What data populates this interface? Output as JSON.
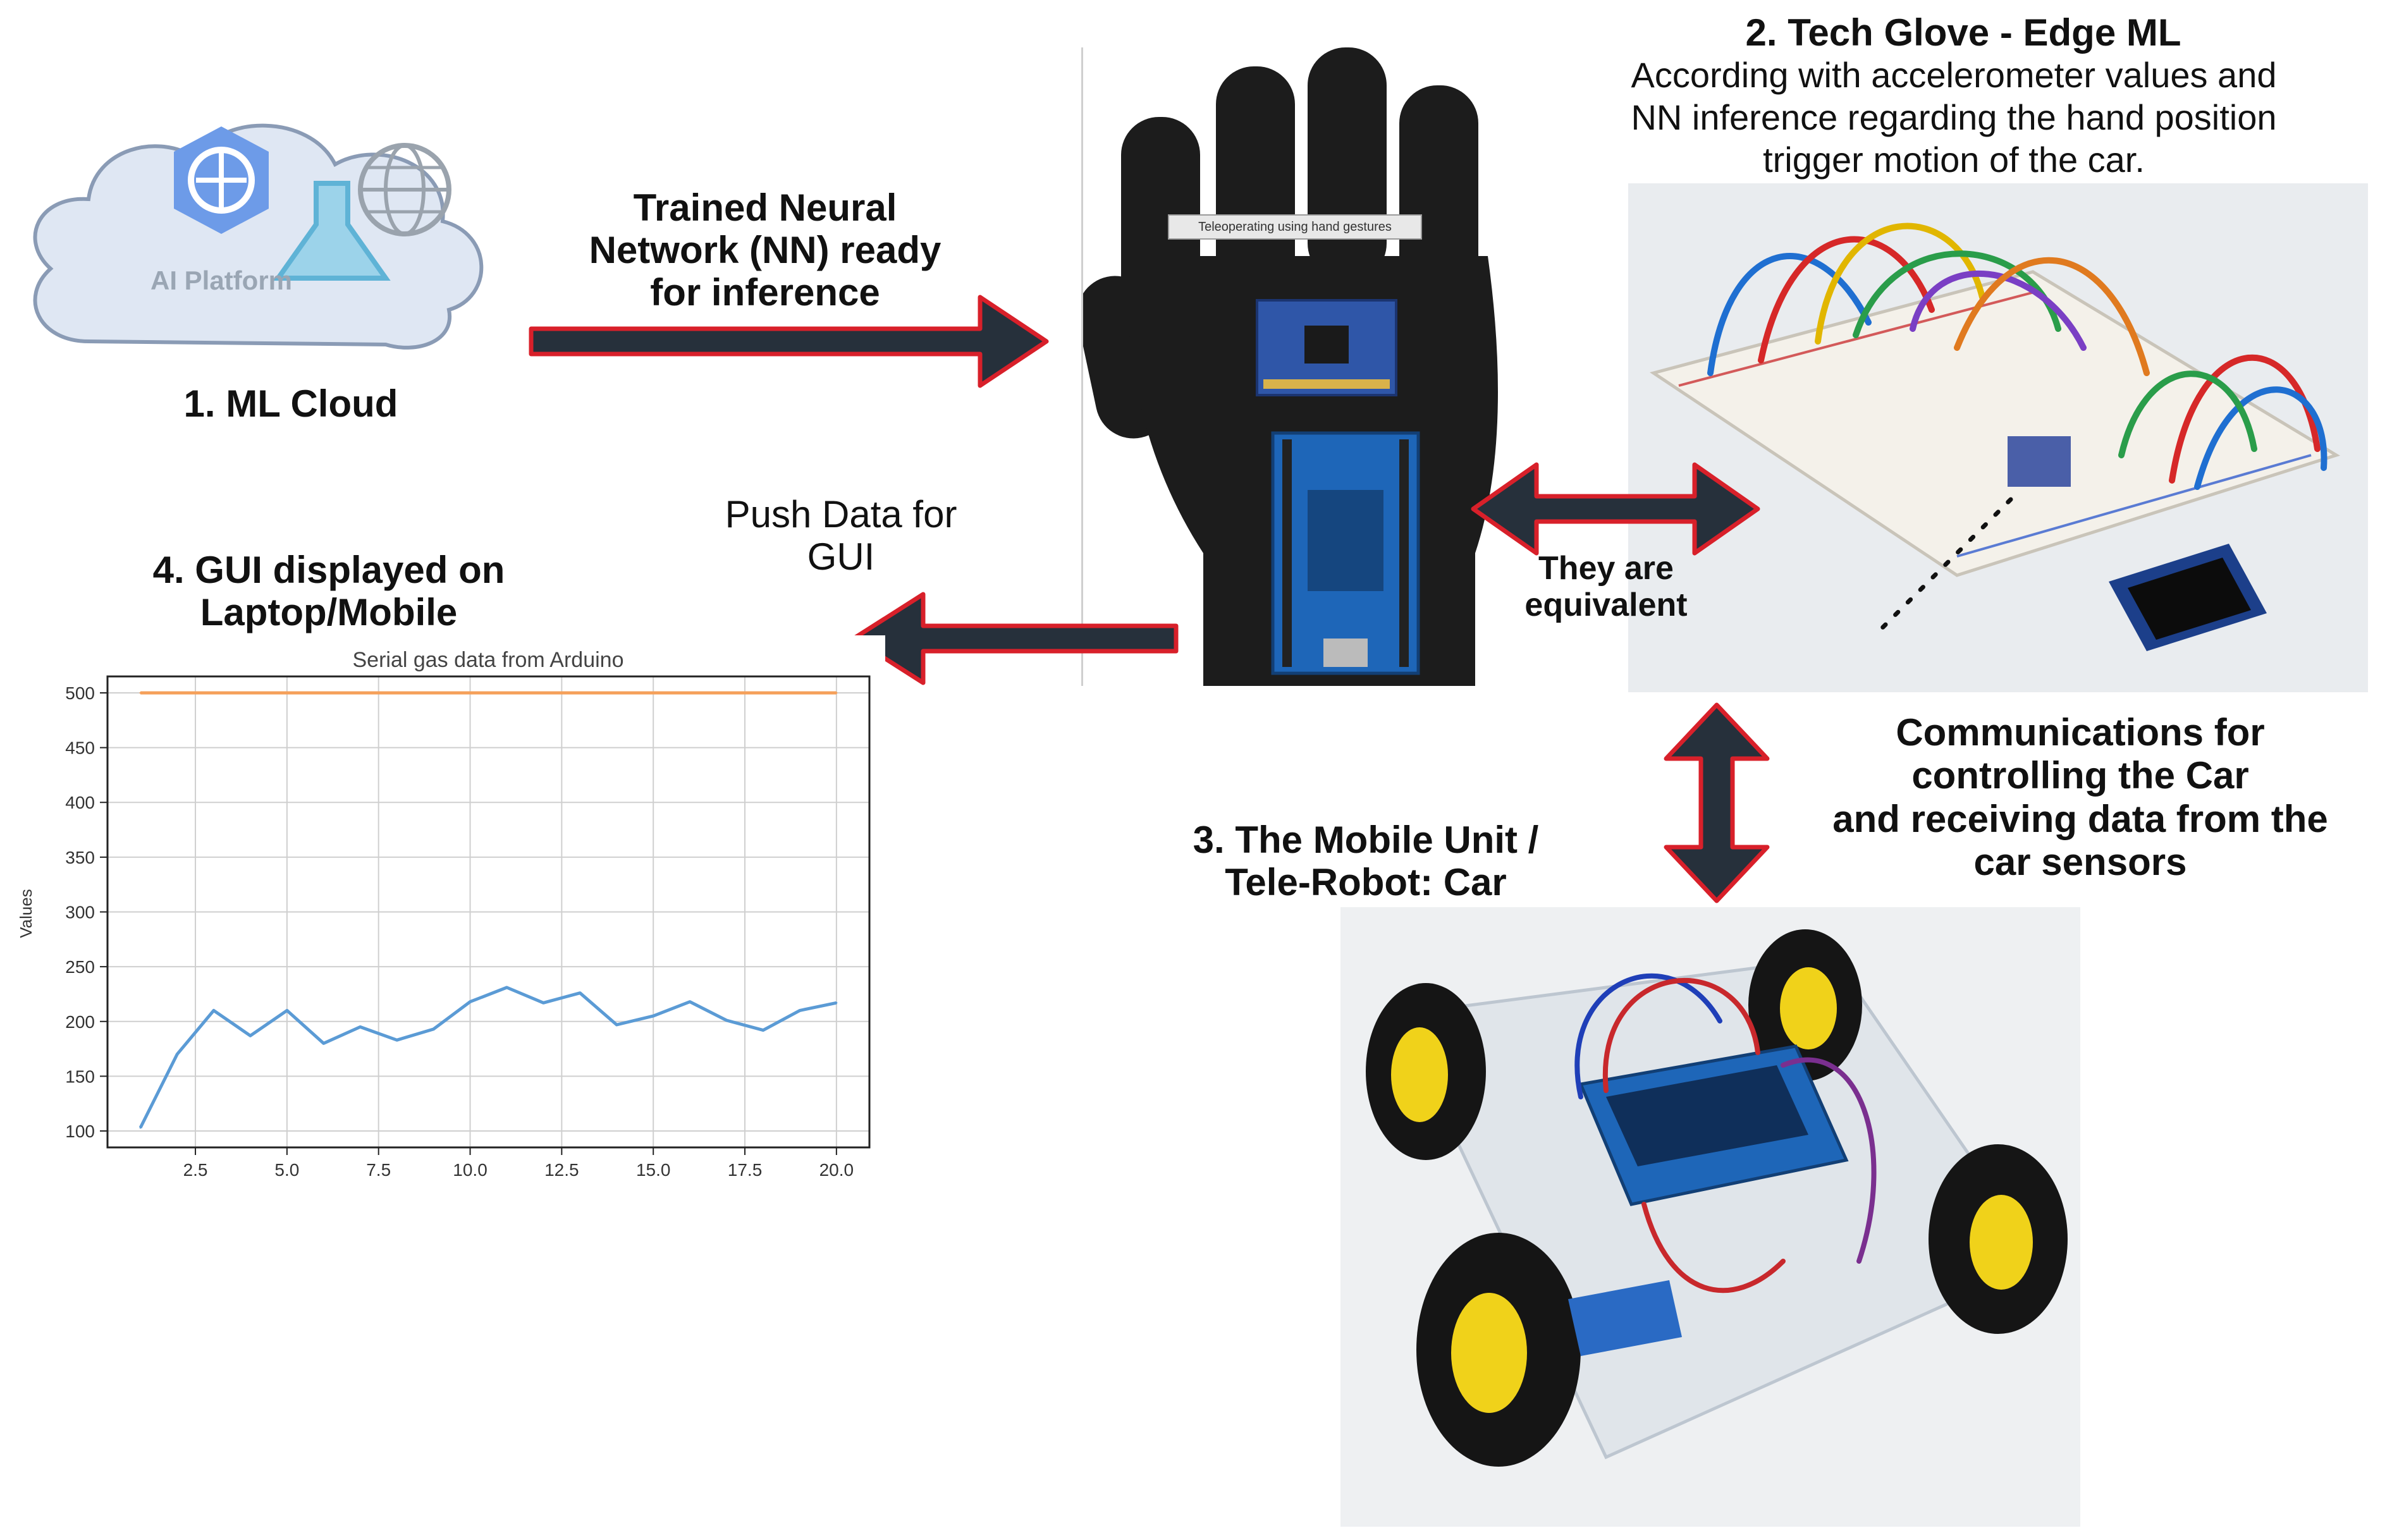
{
  "nodes": {
    "cloud": {
      "title": "1. ML Cloud",
      "icon_text": "AI Platform"
    },
    "glove": {
      "title": "2. Tech Glove - Edge ML",
      "description": [
        "According with accelerometer values and",
        "NN inference regarding the hand position",
        "trigger motion of the car."
      ],
      "photo_caption": "Teleoperating using hand gestures"
    },
    "car": {
      "title": [
        "3. The Mobile Unit /",
        "Tele-Robot: Car"
      ]
    },
    "gui": {
      "title": [
        "4. GUI displayed on",
        "Laptop/Mobile"
      ]
    }
  },
  "edges": {
    "cloud_to_glove": [
      "Trained Neural",
      "Network (NN) ready",
      "for inference"
    ],
    "glove_to_gui": [
      "Push Data for",
      "GUI"
    ],
    "glove_equiv": [
      "They are",
      "equivalent"
    ],
    "glove_car": [
      "Communications for",
      "controlling the Car",
      "and receiving data from the",
      "car sensors"
    ]
  },
  "colors": {
    "arrow_fill": "#26303b",
    "arrow_outline": "#d8202a",
    "line_series": "#5b9bd5",
    "threshold_series": "#f5a05a"
  },
  "chart_data": {
    "type": "line",
    "title": "Serial gas data from Arduino",
    "xlabel": "",
    "ylabel": "Values",
    "xlim": [
      0.1,
      20.9
    ],
    "ylim": [
      85,
      515
    ],
    "xticks": [
      2.5,
      5.0,
      7.5,
      10.0,
      12.5,
      15.0,
      17.5,
      20.0
    ],
    "xtick_labels": [
      "2.5",
      "5.0",
      "7.5",
      "10.0",
      "12.5",
      "15.0",
      "17.5",
      "20.0"
    ],
    "yticks": [
      100,
      150,
      200,
      250,
      300,
      350,
      400,
      450,
      500
    ],
    "ytick_labels": [
      "100",
      "150",
      "200",
      "250",
      "300",
      "350",
      "400",
      "450",
      "500"
    ],
    "grid": true,
    "series": [
      {
        "x": [
          1,
          2,
          3,
          4,
          5,
          6,
          7,
          8,
          9,
          10,
          11,
          12,
          13,
          14,
          15,
          16,
          17,
          18,
          19,
          20
        ],
        "y": [
          103,
          170,
          210,
          187,
          210,
          180,
          195,
          183,
          193,
          218,
          231,
          217,
          226,
          197,
          205,
          218,
          201,
          192,
          210,
          217
        ]
      },
      {
        "x": [
          1,
          20
        ],
        "y": [
          500,
          500
        ]
      }
    ]
  }
}
